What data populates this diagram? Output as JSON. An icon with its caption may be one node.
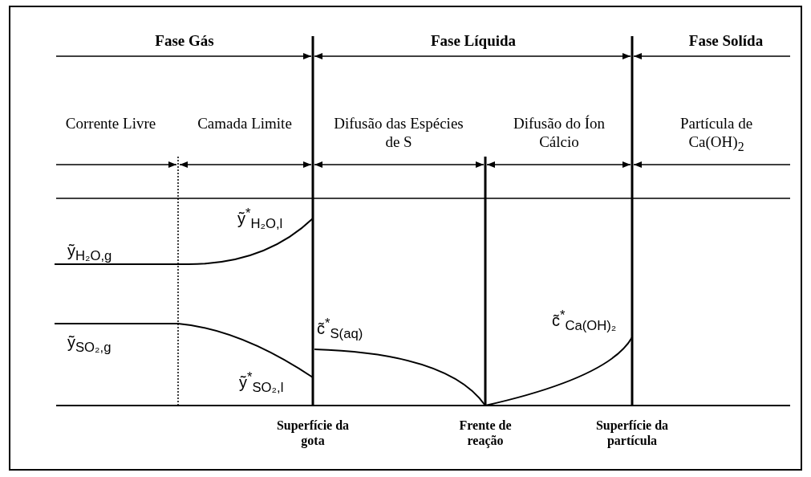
{
  "diagram": {
    "labels": [
      "Fase Gás",
      "Fase Líquida",
      "Fase Solída",
      "Corrente Livre",
      "Camada Limite",
      "Difusão das Espécies de S",
      "Difusão do Íon Cálcio",
      "Partícula de Ca(OH)$_{2}$",
      "ỹ$^{*}$$_{H₂O,l}$",
      "ỹ$_{H₂O,g}$",
      "c̃$^{*}$$_{S(aq)}$",
      "c̃$^{*}$$_{Ca(OH)₂}$",
      "ỹ$_{SO₂,g}$",
      "ỹ$^{*}$$_{SO₂,l}$",
      "Superfície da gota",
      "Frente de reação",
      "Superfície da partícula"
    ]
  }
}
